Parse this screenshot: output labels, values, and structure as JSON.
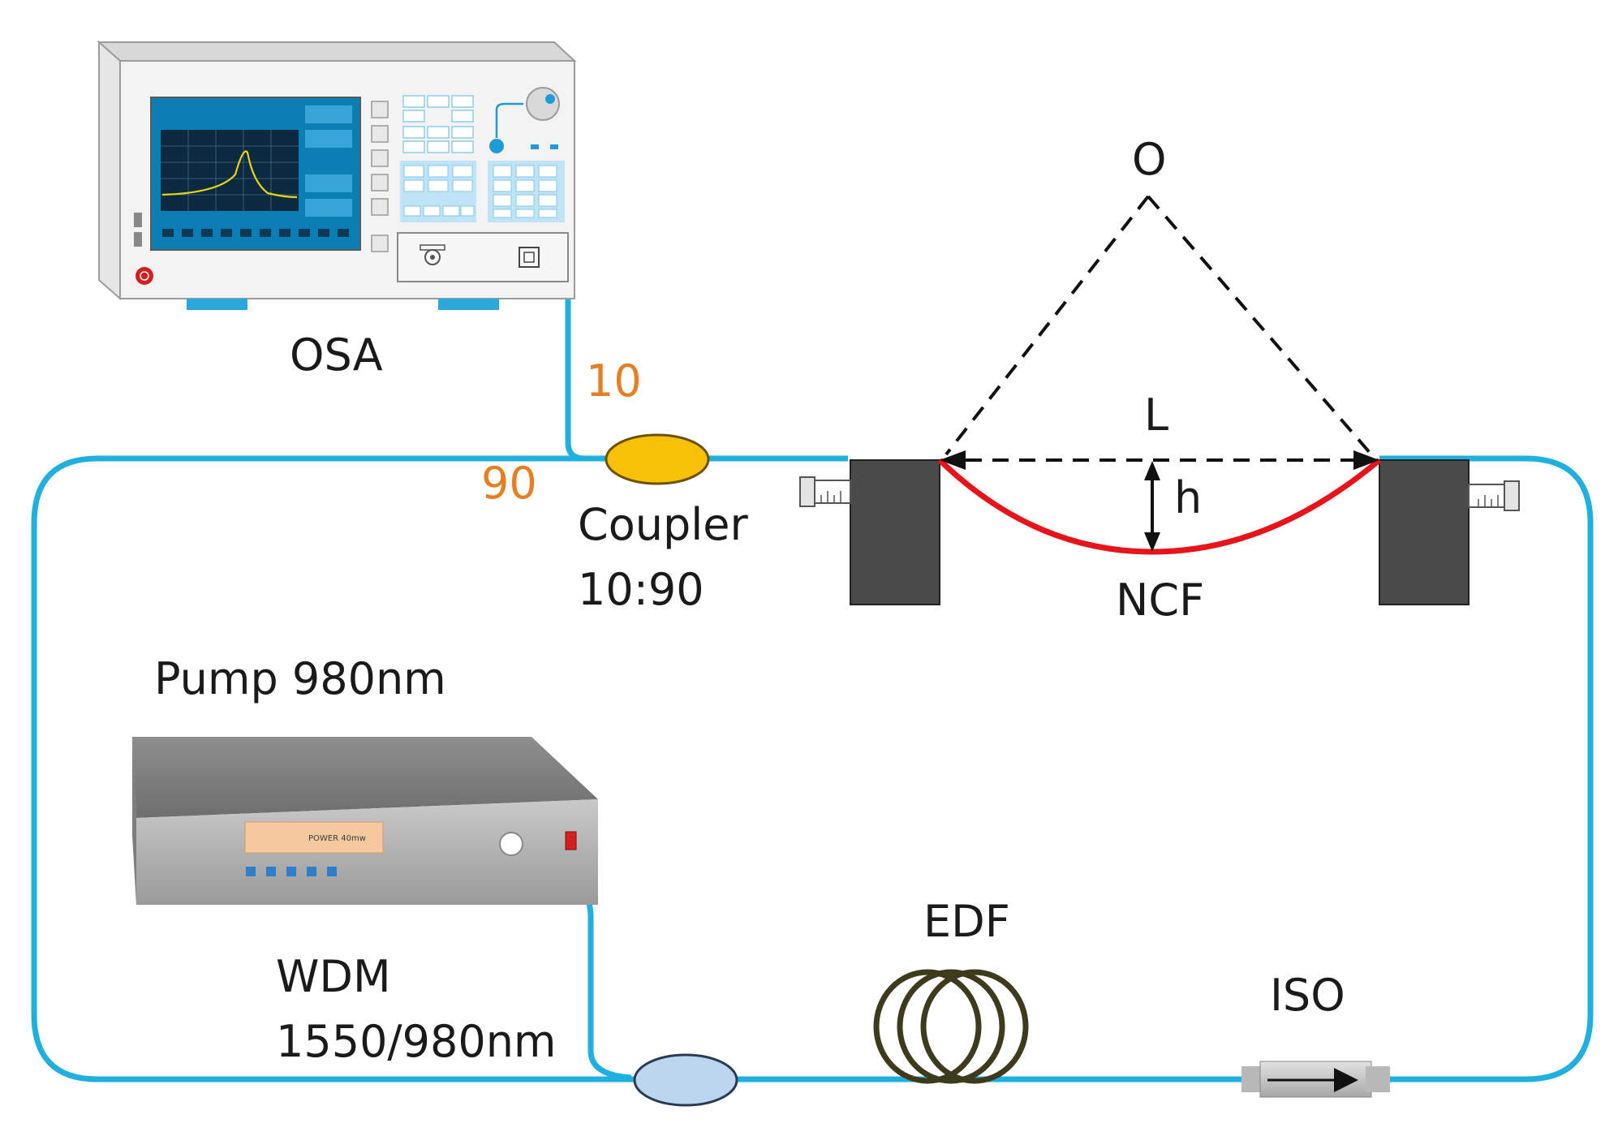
{
  "labels": {
    "osa": "OSA",
    "coupler_line1": "Coupler",
    "coupler_line2": "10:90",
    "ratio_10": "10",
    "ratio_90": "90",
    "pump": "Pump 980nm",
    "wdm_line1": "WDM",
    "wdm_line2": "1550/980nm",
    "edf": "EDF",
    "iso": "ISO",
    "ncf": "NCF",
    "o": "O",
    "l": "L",
    "h": "h",
    "pump_display": "POWER  40mw"
  },
  "colors": {
    "fiber": "#1fb0e0",
    "ncf": "#e8141b",
    "ratio_text": "#e67e22",
    "coupler": "#f7c107",
    "wdm": "#bcd6ef",
    "clamp": "#4a4a4a",
    "screen": "#0b7fb3",
    "edf_coil": "#3d3a1d"
  }
}
